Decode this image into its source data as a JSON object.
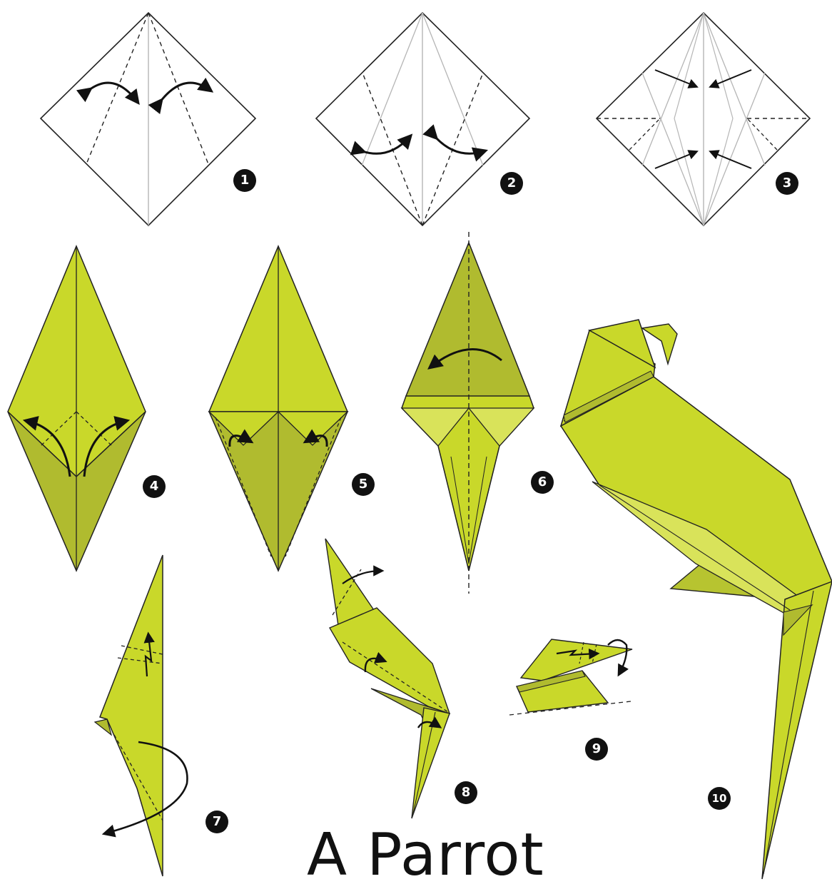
{
  "title": "A Parrot",
  "steps": [
    {
      "number": "1"
    },
    {
      "number": "2"
    },
    {
      "number": "3"
    },
    {
      "number": "4"
    },
    {
      "number": "5"
    },
    {
      "number": "6"
    },
    {
      "number": "7"
    },
    {
      "number": "8"
    },
    {
      "number": "9"
    },
    {
      "number": "10"
    }
  ],
  "colors": {
    "paper_light": "#c9d82a",
    "paper_mid": "#b7c430",
    "paper_dark": "#a5ae2c",
    "paper_pale": "#d9e35a",
    "outline": "#1a1a1a",
    "crease": "#b5b5b5",
    "badge": "#111111"
  }
}
